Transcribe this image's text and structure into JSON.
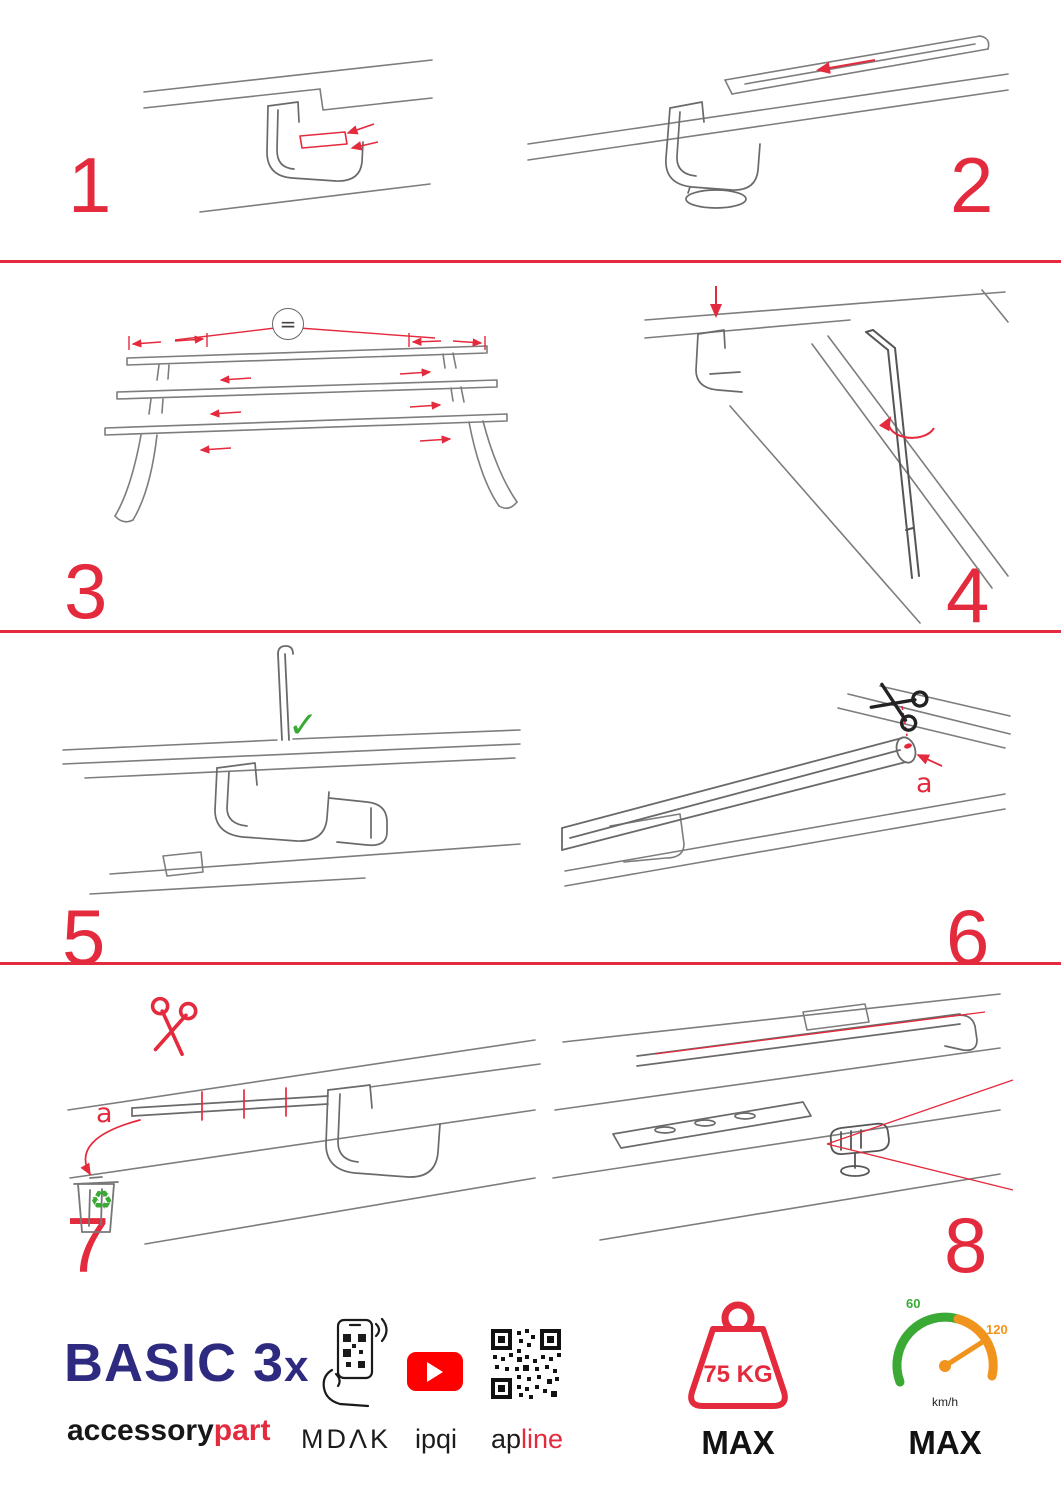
{
  "colors": {
    "accent_red": "#e42a3d",
    "brand_navy": "#2e2a80",
    "green": "#3aaa35",
    "orange": "#f0941d",
    "youtube_red": "#ff0000"
  },
  "steps": [
    {
      "num": "1"
    },
    {
      "num": "2"
    },
    {
      "num": "3"
    },
    {
      "num": "4"
    },
    {
      "num": "5"
    },
    {
      "num": "6"
    },
    {
      "num": "7"
    },
    {
      "num": "8"
    }
  ],
  "labels": {
    "equal_spacing": "=",
    "cut_part_a_step6": "a",
    "cut_part_a_step7": "a"
  },
  "icons": {
    "check": "✓",
    "scissors": "✂",
    "recycle": "♻",
    "play": "▶"
  },
  "footer": {
    "product": {
      "name": "BASIC 3",
      "suffix": "x"
    },
    "brand": {
      "part1": "accessory",
      "part2": "part"
    },
    "mdak": "MDΛK",
    "ipqi": "ipqi",
    "apline": {
      "part1": "ap",
      "part2": "line"
    },
    "weight": {
      "value": "75 KG",
      "max_label": "MAX"
    },
    "speed": {
      "scale_start": "60",
      "scale_end": "120",
      "unit": "km/h",
      "max_label": "MAX"
    }
  }
}
